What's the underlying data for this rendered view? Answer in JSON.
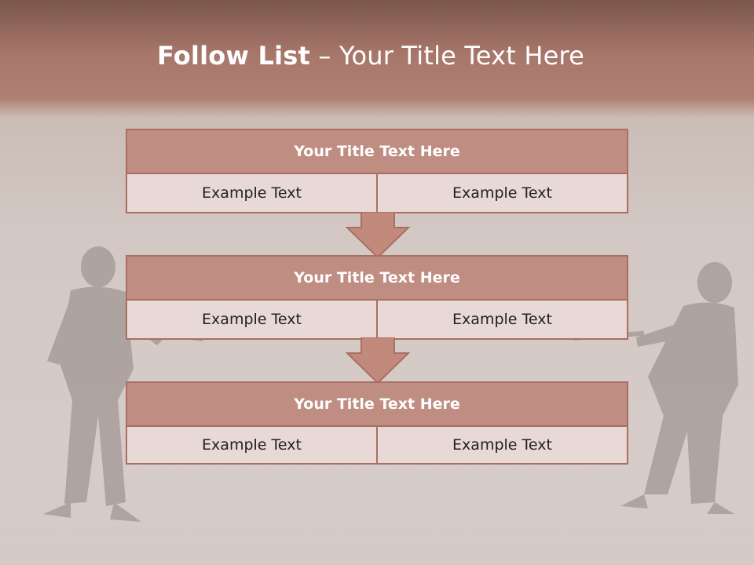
{
  "slide": {
    "title_bold": "Follow List",
    "title_dash": " – ",
    "title_rest": "Your Title Text Here"
  },
  "blocks": [
    {
      "title": "Your Title Text Here",
      "left": "Example Text",
      "right": "Example Text"
    },
    {
      "title": "Your Title Text Here",
      "left": "Example Text",
      "right": "Example Text"
    },
    {
      "title": "Your Title Text Here",
      "left": "Example Text",
      "right": "Example Text"
    }
  ],
  "colors": {
    "header_band": "#a8776b",
    "box_header": "#bf8d82",
    "box_cell": "#e8d9d6",
    "box_border": "#a96f62",
    "arrow_fill": "#c28a7c"
  },
  "background": {
    "image_description": "two men in suits pulling a rope in tug-of-war"
  }
}
